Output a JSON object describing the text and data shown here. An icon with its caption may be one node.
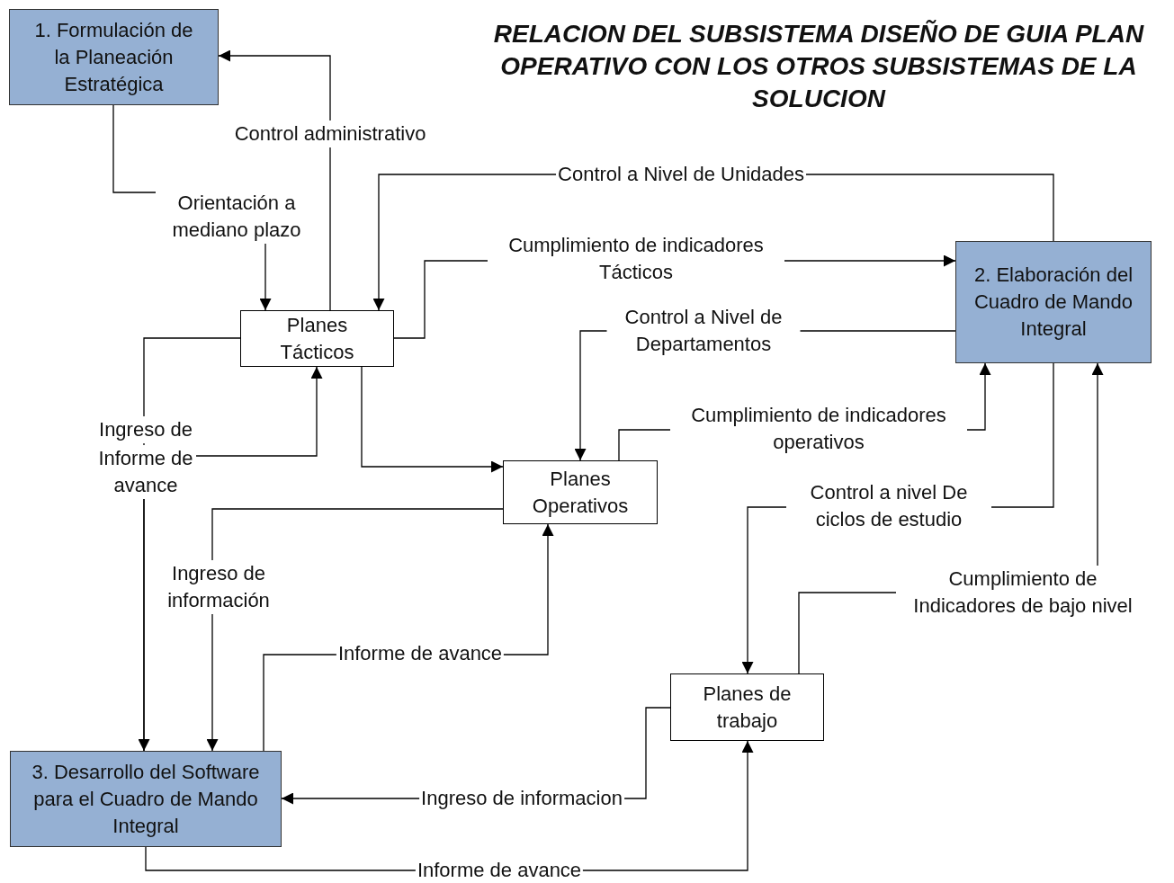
{
  "diagram": {
    "title": "RELACION DEL SUBSISTEMA DISEÑO DE GUIA PLAN OPERATIVO CON LOS OTROS SUBSISTEMAS DE LA SOLUCION",
    "nodes": [
      {
        "text": [
          "1. Formulación de la Planeación Estratégica"
        ]
      },
      {
        "text": [
          "Planes Tácticos"
        ]
      },
      {
        "text": [
          "2. Elaboración del Cuadro de Mando Integral"
        ]
      },
      {
        "text": [
          "Planes Operativos"
        ]
      },
      {
        "text": [
          "3. Desarrollo del Software para el Cuadro de Mando Integral"
        ]
      },
      {
        "text": [
          "Planes de trabajo"
        ]
      }
    ],
    "edges": [
      {
        "from": 1,
        "to": 0,
        "arrow": "to",
        "label": "Control administrativo"
      },
      {
        "from": 0,
        "to": 1,
        "arrow": "to",
        "label": "Orientación a mediano plazo"
      },
      {
        "from": 2,
        "to": 1,
        "arrow": "to",
        "label": "Control a Nivel de Unidades"
      },
      {
        "from": 1,
        "to": 2,
        "arrow": "to",
        "label": "Cumplimiento de indicadores Tácticos"
      },
      {
        "from": 2,
        "to": 3,
        "arrow": "to",
        "label": "Control a Nivel de Departamentos"
      },
      {
        "from": 3,
        "to": 2,
        "arrow": "to",
        "label": "Cumplimiento de indicadores operativos"
      },
      {
        "from": 1,
        "to": 3,
        "arrow": "to"
      },
      {
        "from": 1,
        "to": 4,
        "arrow": "to",
        "label": "Ingreso de"
      },
      {
        "from": 4,
        "to": 1,
        "arrow": "to",
        "label": "Informe de avance"
      },
      {
        "from": 3,
        "to": 4,
        "arrow": "to",
        "label": "Ingreso de información"
      },
      {
        "from": 4,
        "to": 3,
        "arrow": "to",
        "label": "Informe de avance"
      },
      {
        "from": 2,
        "to": 5,
        "arrow": "to",
        "label": "Control a nivel De ciclos de estudio"
      },
      {
        "from": 5,
        "to": 2,
        "arrow": "to",
        "label": "Cumplimiento de Indicadores de bajo nivel"
      },
      {
        "from": 5,
        "to": 4,
        "arrow": "to",
        "label": "Ingreso de informacion"
      },
      {
        "from": 4,
        "to": 5,
        "arrow": "to",
        "label": "Informe de avance"
      }
    ]
  }
}
